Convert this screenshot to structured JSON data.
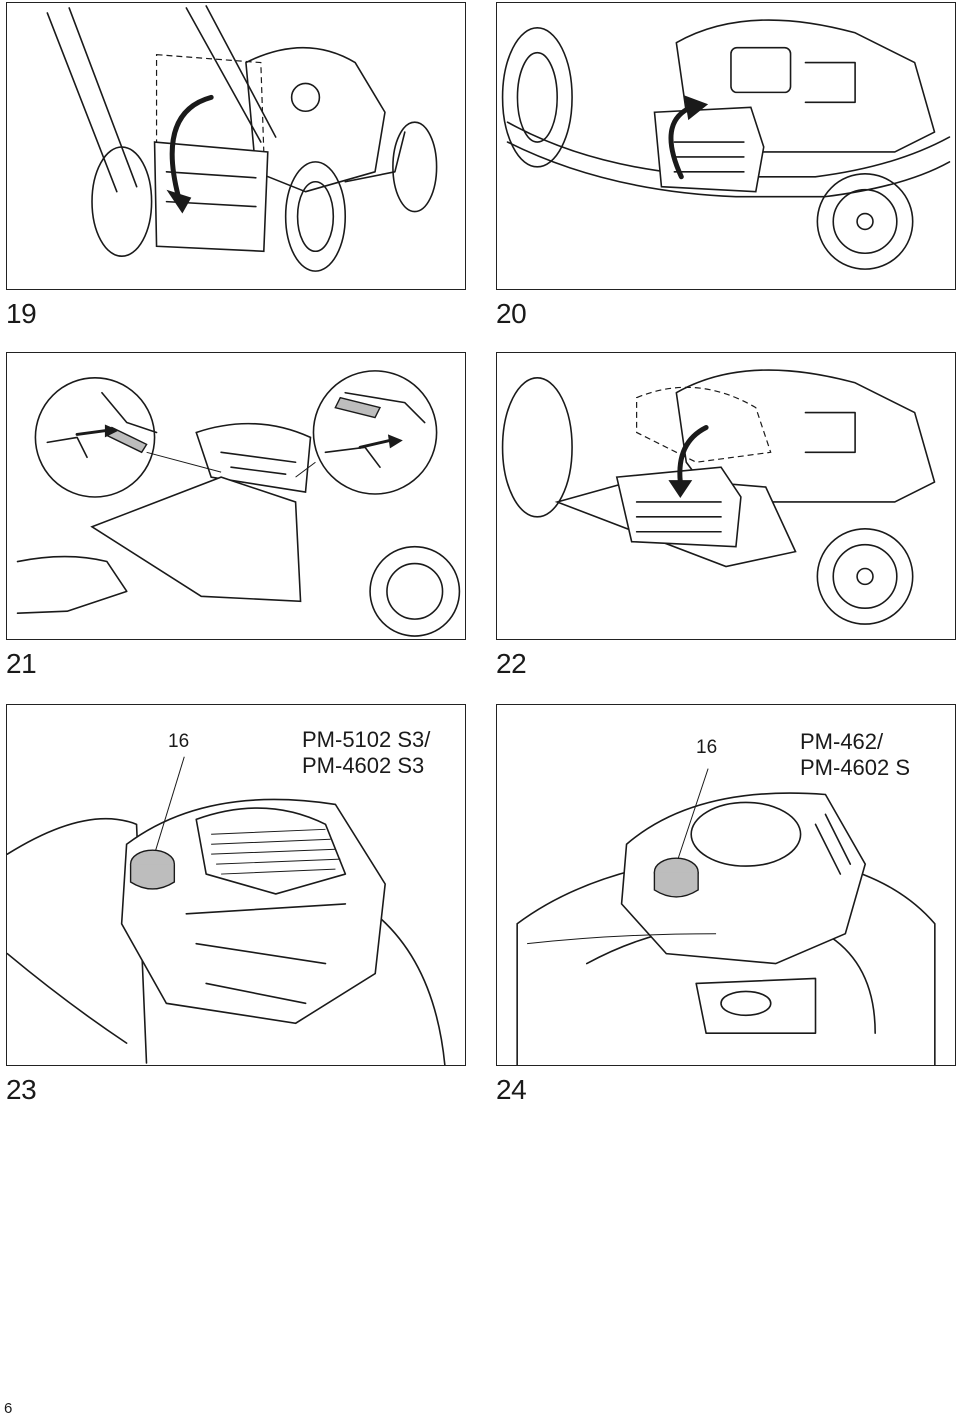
{
  "figures": [
    {
      "number": "19"
    },
    {
      "number": "20"
    },
    {
      "number": "21"
    },
    {
      "number": "22"
    },
    {
      "number": "23",
      "callout": "16",
      "model_line1": "PM-5102 S3/",
      "model_line2": "PM-4602 S3"
    },
    {
      "number": "24",
      "callout": "16",
      "model_line1": "PM-462/",
      "model_line2": "PM-4602 S"
    }
  ],
  "page_number": "6"
}
